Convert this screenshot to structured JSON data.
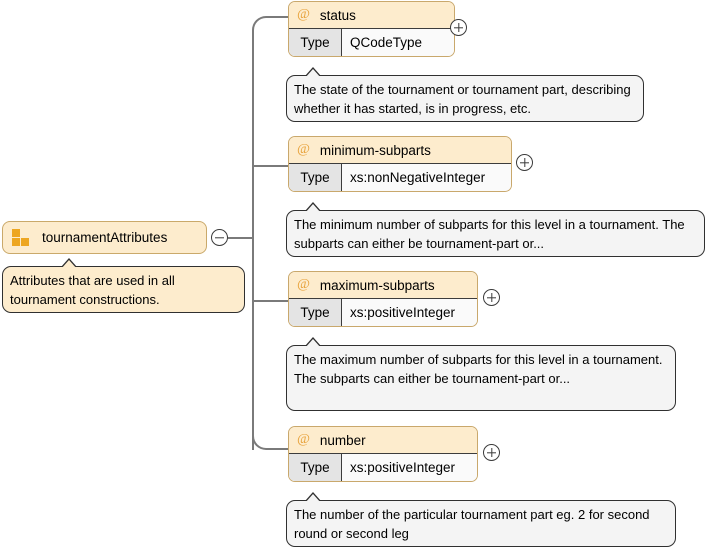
{
  "root": {
    "label": "tournamentAttributes",
    "icon": "attribute-group-icon",
    "toggle": "minus",
    "annotation": "Attributes that are used in all tournament constructions."
  },
  "colors": {
    "attribute_header_fill": "#fdeccd",
    "attribute_border": "#c9a86c",
    "type_key_fill": "#e4e4e4",
    "annotation_fill": "#f4f4f4",
    "annotation_cream_fill": "#fdeccd",
    "connector_line": "#7a7a7a",
    "icon_orange": "#eda621",
    "at_sign_orange": "#e8a33d"
  },
  "labels": {
    "type_key": "Type",
    "at_sign": "@"
  },
  "attributes": [
    {
      "name": "status",
      "type": "QCodeType",
      "toggle": "plus",
      "annotation": "The state of the tournament or tournament part, describing whether it has started, is in progress, etc."
    },
    {
      "name": "minimum-subparts",
      "type": "xs:nonNegativeInteger",
      "toggle": "plus",
      "annotation": "The minimum number of subparts for this level in a tournament. The subparts can either be tournament-part or..."
    },
    {
      "name": "maximum-subparts",
      "type": "xs:positiveInteger",
      "toggle": "plus",
      "annotation": "The maximum number of subparts for this level in a tournament. The subparts can either be tournament-part or..."
    },
    {
      "name": "number",
      "type": "xs:positiveInteger",
      "toggle": "plus",
      "annotation": "The number of the particular tournament part eg. 2 for second round or second leg"
    }
  ]
}
